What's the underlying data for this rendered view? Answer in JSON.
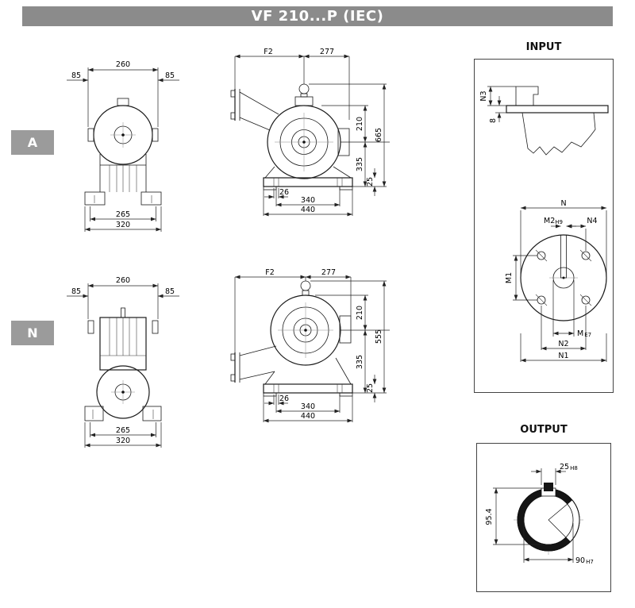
{
  "page": {
    "title": "VF 210...P (IEC)"
  },
  "badges": {
    "a": "A",
    "n": "N"
  },
  "panels": {
    "input_title": "INPUT",
    "output_title": "OUTPUT"
  },
  "front_view": {
    "width_top": "260",
    "offset_left": "85",
    "offset_right": "85",
    "feet_span": "265",
    "overall_width": "320"
  },
  "side_a": {
    "f2": "F2",
    "depth": "277",
    "top_to_center": "210",
    "overall_height": "665",
    "center_to_base": "335",
    "slot_width": "26",
    "bolt_spacing": "340",
    "base_length": "440",
    "base_height": "25"
  },
  "side_n": {
    "f2": "F2",
    "depth": "277",
    "top_to_center": "210",
    "overall_height": "555",
    "center_to_base": "335",
    "slot_width": "26",
    "bolt_spacing": "340",
    "base_length": "440",
    "base_height": "25"
  },
  "input_detail": {
    "n3": "N3",
    "plate": "8",
    "n": "N",
    "m2": "M2",
    "m2_tol": "H9",
    "n4": "N4",
    "m1": "M1",
    "m": "M",
    "m_tol": "E7",
    "n2": "N2",
    "n1": "N1"
  },
  "output_detail": {
    "keyway_width": "25",
    "keyway_tol": "H8",
    "keyway_depth": "95.4",
    "bore": "90",
    "bore_tol": "H7"
  },
  "colors": {
    "header_bg": "#8b8b8b",
    "badge_bg": "#9b9b9b",
    "line": "#1a1a1a"
  }
}
